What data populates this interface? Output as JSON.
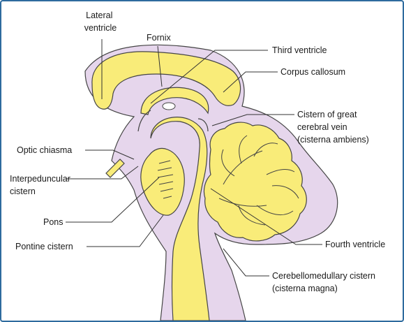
{
  "labels": {
    "lateral_ventricle": [
      "Lateral",
      "ventricle"
    ],
    "fornix": "Fornix",
    "third_ventricle": "Third ventricle",
    "corpus_callosum": "Corpus callosum",
    "cistern_great_cerebral_vein": [
      "Cistern of great",
      "cerebral vein",
      "(cisterna ambiens)"
    ],
    "optic_chiasma": "Optic chiasma",
    "interpeduncular_cistern": [
      "Interpeduncular",
      "cistern"
    ],
    "pons": "Pons",
    "pontine_cistern": "Pontine cistern",
    "fourth_ventricle": "Fourth ventricle",
    "cerebellomedullary_cistern": [
      "Cerebellomedullary cistern",
      "(cisterna magna)"
    ]
  },
  "colors": {
    "csf_space": "#e6d6ec",
    "tissue": "#f9ec79",
    "outline": "#444444",
    "border": "#2e6b9e"
  }
}
